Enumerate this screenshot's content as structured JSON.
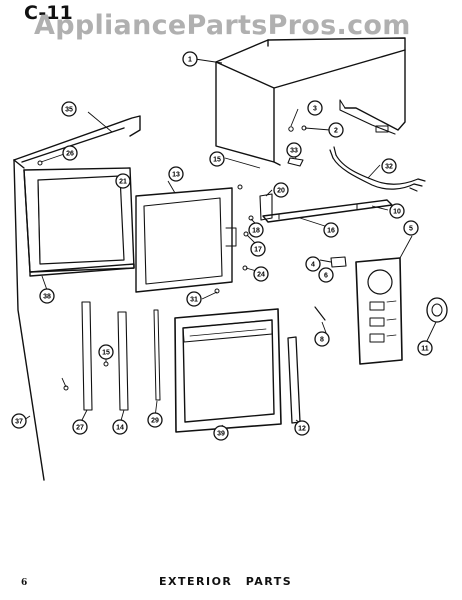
{
  "header": {
    "diagram_code": "C-11",
    "watermark": "AppliancePartsPros.com"
  },
  "footer": {
    "page_number": "6",
    "title": "EXTERIOR  PARTS"
  },
  "callouts": [
    "1",
    "2",
    "3",
    "4",
    "5",
    "6",
    "8",
    "10",
    "11",
    "12",
    "13",
    "14",
    "15",
    "15",
    "16",
    "17",
    "18",
    "20",
    "21",
    "24",
    "26",
    "27",
    "29",
    "31",
    "32",
    "33",
    "35",
    "37",
    "38",
    "39"
  ]
}
